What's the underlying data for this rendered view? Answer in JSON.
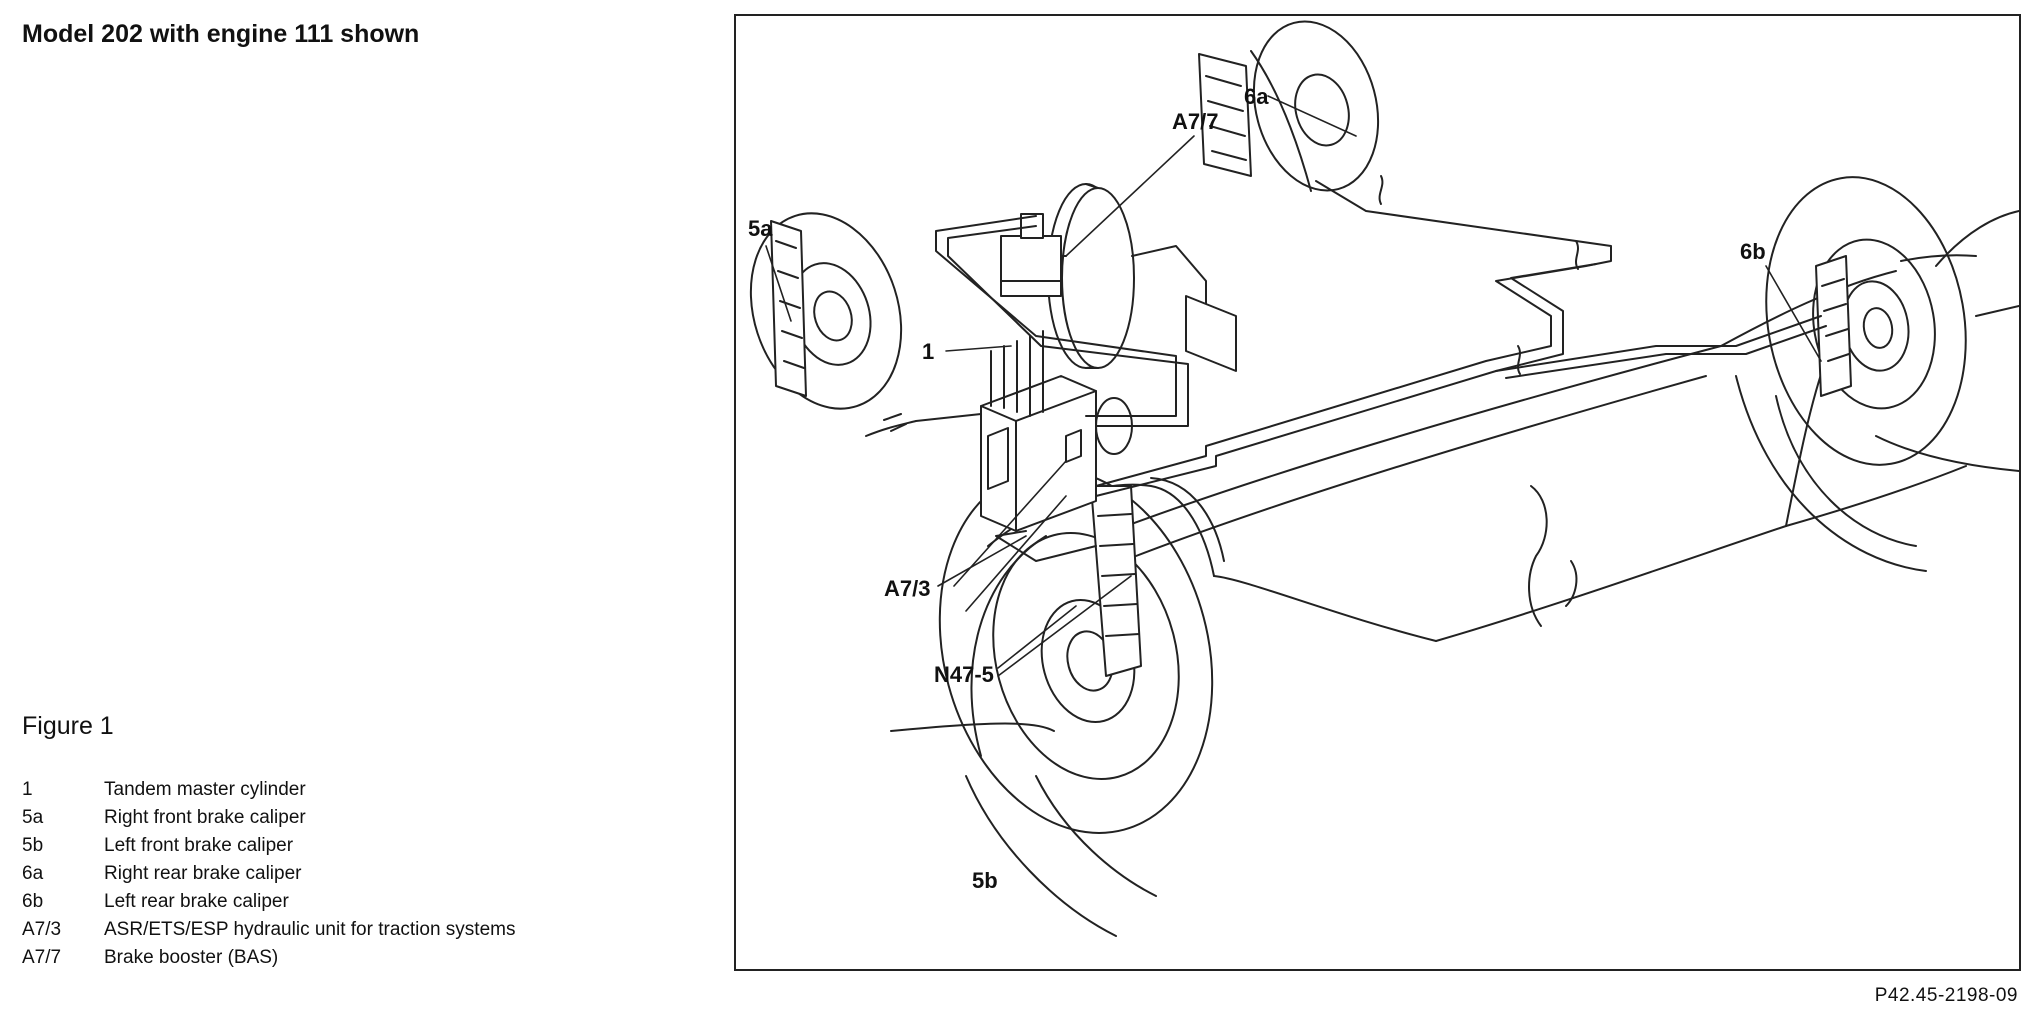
{
  "header": {
    "title": "Model 202 with engine 111 shown"
  },
  "figure": {
    "label": "Figure 1"
  },
  "legend": [
    {
      "code": "1",
      "description": "Tandem master cylinder"
    },
    {
      "code": "5a",
      "description": "Right front brake caliper"
    },
    {
      "code": "5b",
      "description": "Left front brake caliper"
    },
    {
      "code": "6a",
      "description": "Right rear brake caliper"
    },
    {
      "code": "6b",
      "description": "Left rear brake caliper"
    },
    {
      "code": "A7/3",
      "description": "ASR/ETS/ESP hydraulic unit for traction systems"
    },
    {
      "code": "A7/7",
      "description": "Brake booster (BAS)"
    }
  ],
  "diagram": {
    "callouts": {
      "c1": "1",
      "c5a": "5a",
      "c5b": "5b",
      "c6a": "6a",
      "c6b": "6b",
      "cA73": "A7/3",
      "cA77": "A7/7",
      "cN475": "N47-5"
    }
  },
  "reference": {
    "code": "P42.45-2198-09"
  }
}
